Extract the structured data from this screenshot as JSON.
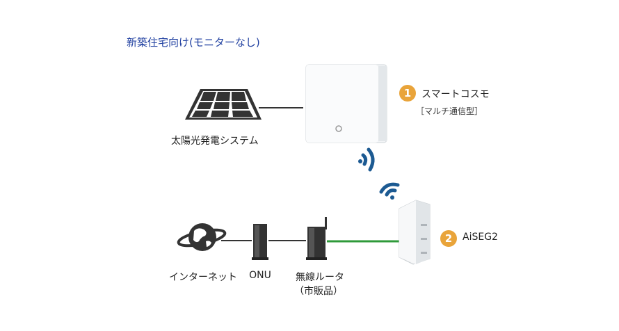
{
  "heading": "新築住宅向け(モニターなし)",
  "devices": {
    "solar": {
      "label": "太陽光発電システム"
    },
    "smart_cosmo": {
      "number": "1",
      "label": "スマートコスモ",
      "sublabel": "［マルチ通信型］"
    },
    "aiseg": {
      "number": "2",
      "label": "AiSEG2"
    },
    "internet": {
      "label": "インターネット"
    },
    "onu": {
      "label": "ONU"
    },
    "router": {
      "label": "無線ルータ",
      "sublabel": "（市販品）"
    }
  },
  "colors": {
    "heading": "#1f3fa0",
    "badge": "#e9a43a",
    "wifi": "#1c5a92",
    "lan_green": "#2f9a3a",
    "cable": "#333333"
  }
}
